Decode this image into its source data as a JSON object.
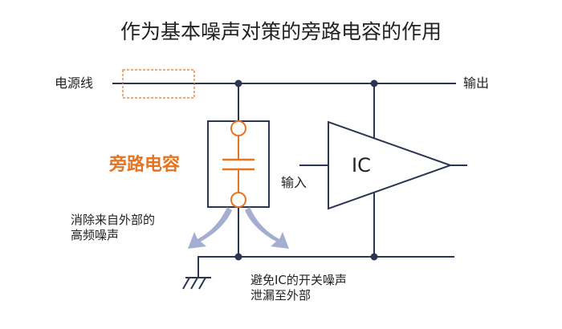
{
  "title": "作为基本噪声对策的旁路电容的作用",
  "labels": {
    "power_line": "电源线",
    "output": "输出",
    "input": "输入",
    "ic": "IC",
    "bypass_capacitor": "旁路电容"
  },
  "notes": {
    "left_line1": "消除来自外部的",
    "left_line2": "高频噪声",
    "right_line1": "避免IC的开关噪声",
    "right_line2": "泄漏至外部"
  },
  "colors": {
    "wire": "#2c3654",
    "accent": "#e8731e",
    "arrow": "#a3aed0",
    "text": "#222222"
  }
}
